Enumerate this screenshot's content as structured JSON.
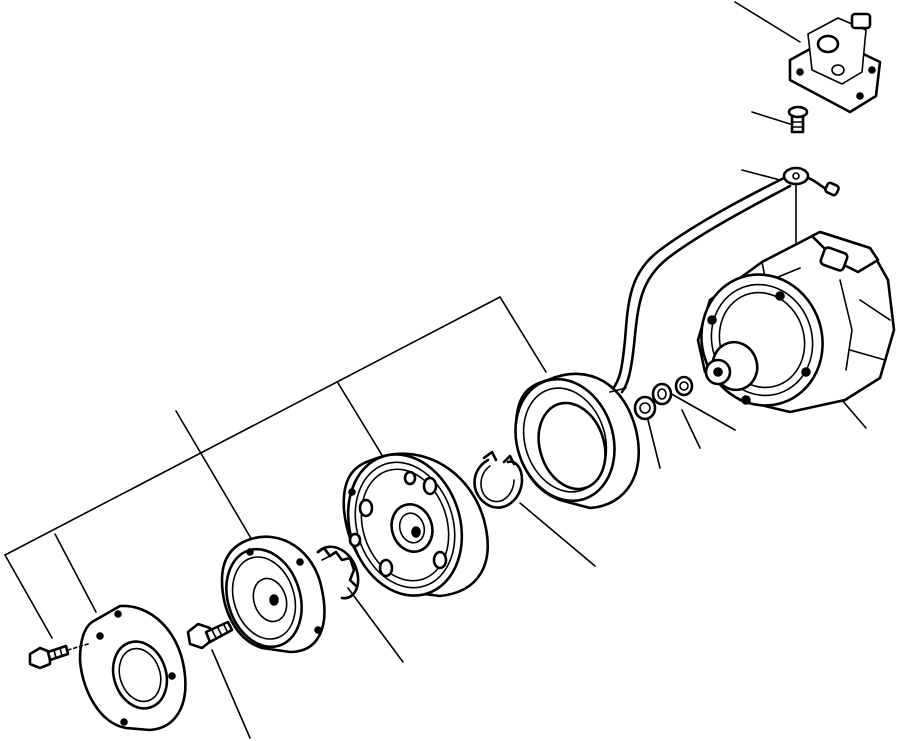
{
  "diagram": {
    "kind": "exploded-parts-view",
    "background": "#ffffff",
    "line_color": "#000000",
    "labels_printed": false,
    "parts": [
      {
        "id": "pressure-valve-block"
      },
      {
        "id": "screw-top"
      },
      {
        "id": "lead-wire-clamp"
      },
      {
        "id": "compressor-body"
      },
      {
        "id": "shim-washer-small"
      },
      {
        "id": "shim-washer-large"
      },
      {
        "id": "field-coil"
      },
      {
        "id": "snap-ring-large"
      },
      {
        "id": "pulley-assembly"
      },
      {
        "id": "snap-ring-small"
      },
      {
        "id": "pressure-plate-hub"
      },
      {
        "id": "center-bolt"
      },
      {
        "id": "clutch-cover"
      },
      {
        "id": "cover-bolt"
      }
    ]
  }
}
